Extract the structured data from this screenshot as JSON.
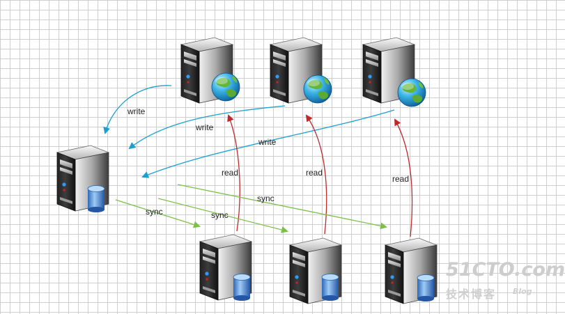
{
  "labels": {
    "write_1": "write",
    "write_2": "write",
    "write_3": "write",
    "read_1": "read",
    "read_2": "read",
    "read_3": "read",
    "sync_1": "sync",
    "sync_2": "sync",
    "sync_3": "sync"
  },
  "watermark": {
    "logo": "51CTO.com",
    "subtitle": "技术博客",
    "blog": "Blog"
  },
  "colors": {
    "write_arrow": "#1a9fcf",
    "read_arrow": "#c0282b",
    "sync_arrow": "#7cc04a"
  },
  "icons": {
    "web_server": "server-with-globe-icon",
    "db_server": "server-with-database-icon"
  }
}
